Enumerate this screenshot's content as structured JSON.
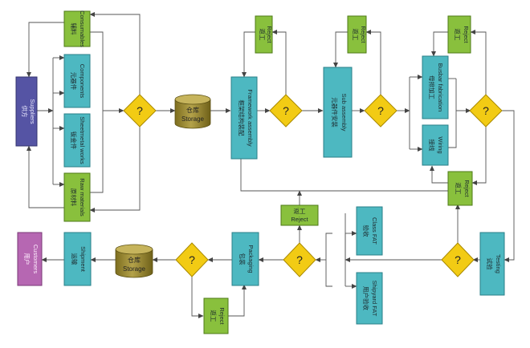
{
  "colors": {
    "teal": "#4db8c1",
    "teal_border": "#2a7f88",
    "green": "#89c03d",
    "green_border": "#4e7a17",
    "gold": "#f2cb14",
    "gold_border": "#a98900",
    "purple": "#5554a4",
    "magenta": "#b667b2",
    "cylinder": "#9b8b33"
  },
  "suppliers": {
    "cn": "供方",
    "en": "Suppliers"
  },
  "consumables": {
    "cn": "辅料",
    "en": "Consumables"
  },
  "components": {
    "cn": "元器件",
    "en": "Components"
  },
  "sheetmetal": {
    "cn": "钣金件",
    "en": "Sheetmetal works"
  },
  "raw": {
    "cn": "原材料",
    "en": "Raw materials"
  },
  "storage1": {
    "cn": "仓库",
    "en": "Storage"
  },
  "storage2": {
    "cn": "仓库",
    "en": "Storage"
  },
  "framework": {
    "cn": "框架结构装配",
    "en": "Framework assembly"
  },
  "subassembly": {
    "cn": "元器件安装",
    "en": "Sub assembly"
  },
  "busbar": {
    "cn": "母排加工",
    "en": "Busbar fabrication"
  },
  "wiring": {
    "cn": "接线",
    "en": "Wiring"
  },
  "testing": {
    "cn": "试验",
    "en": "Testing"
  },
  "class_fat": {
    "cn": "验收",
    "en": "Class FAT"
  },
  "shipyard_fat": {
    "cn": "用户验收",
    "en": "Shipyard FAT"
  },
  "packaging": {
    "cn": "包装",
    "en": "Packaging"
  },
  "shipment": {
    "cn": "运输",
    "en": "Shipment"
  },
  "customers": {
    "cn": "用户",
    "en": "Customers"
  },
  "reject": {
    "cn": "返工",
    "en": "Reject"
  },
  "decision": "?"
}
